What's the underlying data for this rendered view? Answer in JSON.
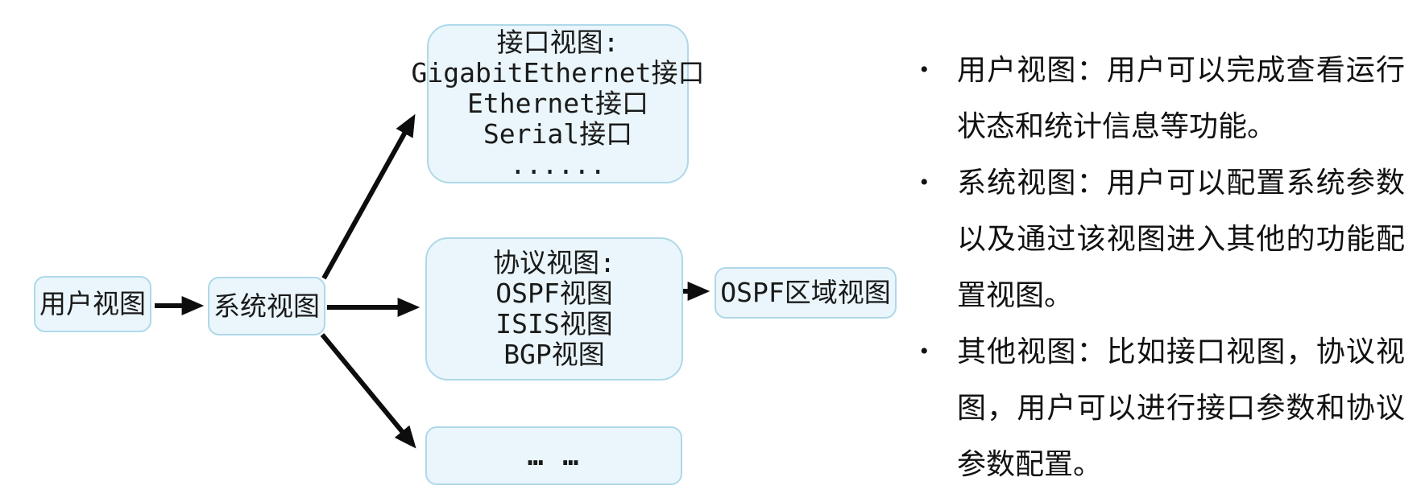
{
  "diagram": {
    "user_view_box": {
      "label": "用户视图"
    },
    "system_view_box": {
      "label": "系统视图"
    },
    "interface_box": {
      "lines": [
        "接口视图:",
        "GigabitEthernet接口",
        "Ethernet接口",
        "Serial接口",
        "......"
      ]
    },
    "protocol_box": {
      "lines": [
        "协议视图:",
        "OSPF视图",
        "ISIS视图",
        "BGP视图"
      ]
    },
    "other_views_box": {
      "label": "… …"
    },
    "ospf_area_box": {
      "label": "OSPF区域视图"
    }
  },
  "notes": {
    "bullet": "•",
    "items": [
      {
        "text": "用户视图：用户可以完成查看运行状态和统计信息等功能。"
      },
      {
        "text": "系统视图：用户可以配置系统参数以及通过该视图进入其他的功能配置视图。"
      },
      {
        "text": "其他视图：比如接口视图，协议视图，用户可以进行接口参数和协议参数配置。"
      }
    ]
  },
  "colors": {
    "box_fill": "#eaf6fb",
    "box_border": "#aed8e9",
    "arrow": "#0d0d0d",
    "text": "#111111"
  }
}
